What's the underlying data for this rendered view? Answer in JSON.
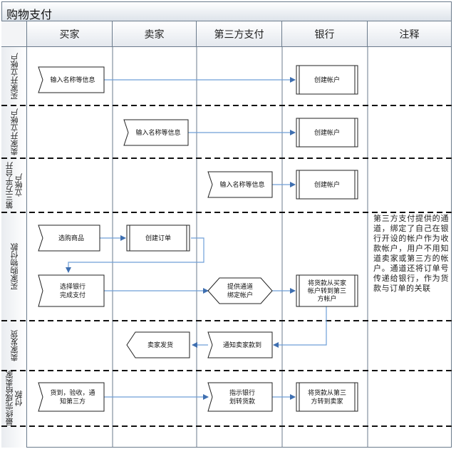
{
  "title": "购物支付",
  "lanes": [
    "买家",
    "卖家",
    "第三方支付",
    "银行",
    "注释"
  ],
  "phases": [
    "买家开立帐户",
    "卖家开立帐户",
    "第三方平台开立帐户",
    "买家购物付款",
    "卖家发货",
    "最终完成给卖家付款"
  ],
  "steps": {
    "buyer_input": "输入名称等信息",
    "bank_create_1": "创建帐户",
    "seller_input": "输入名称等信息",
    "bank_create_2": "创建帐户",
    "third_input": "输入名称等信息",
    "bank_create_3": "创建帐户",
    "buyer_select": "选购商品",
    "seller_order": "创建订单",
    "buyer_bank_line1": "选择银行",
    "buyer_bank_line2": "完成支付",
    "third_channel_line1": "提供通道",
    "third_channel_line2": "绑定帐户",
    "bank_transfer_line1": "将货款从买家",
    "bank_transfer_line2": "帐户转到第三",
    "bank_transfer_line3": "方帐户",
    "seller_ship": "卖家发货",
    "third_notify": "通知卖家款到",
    "buyer_confirm_line1": "货到，验收，通",
    "buyer_confirm_line2": "知第三方",
    "third_instruct_line1": "指示银行",
    "third_instruct_line2": "划转货款",
    "bank_final_line1": "将货款从第三",
    "bank_final_line2": "方转到卖家"
  },
  "note": "第三方支付提供的通道，绑定了自己在银行开设的帐户作为收款帐户，用户不用知道卖家或第三方的帐户。通道还将订单号传递给银行，作为货款与订单的关联",
  "colors": {
    "border": "#6b7b8c",
    "shape_fill": "#ffffff",
    "arrow": "#6f9fd8"
  }
}
